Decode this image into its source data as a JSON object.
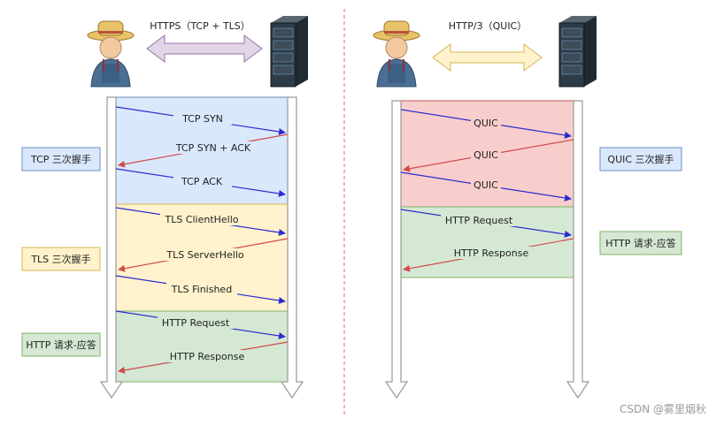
{
  "left": {
    "protocol_label": "HTTPS（TCP + TLS）",
    "phases": [
      {
        "label": "TCP 三次握手",
        "messages": [
          "TCP SYN",
          "TCP SYN + ACK",
          "TCP ACK"
        ]
      },
      {
        "label": "TLS 三次握手",
        "messages": [
          "TLS ClientHello",
          "TLS ServerHello",
          "TLS Finished"
        ]
      },
      {
        "label": "HTTP 请求-应答",
        "messages": [
          "HTTP Request",
          "HTTP Response"
        ]
      }
    ]
  },
  "right": {
    "protocol_label": "HTTP/3（QUIC）",
    "phases": [
      {
        "label": "QUIC 三次握手",
        "messages": [
          "QUIC",
          "QUIC",
          "QUIC"
        ]
      },
      {
        "label": "HTTP 请求-应答",
        "messages": [
          "HTTP Request",
          "HTTP Response"
        ]
      }
    ]
  },
  "watermark": "CSDN @雾里烟秋",
  "icons": {
    "client": "farmer-person-icon",
    "server": "server-rack-icon"
  },
  "colors": {
    "tcp_fill": "#dae8fc",
    "tcp_stroke": "#6c8ebf",
    "tls_fill": "#fff2cc",
    "tls_stroke": "#d6b656",
    "http_fill": "#d5e8d4",
    "http_stroke": "#82b366",
    "quic_fill": "#f8cecc",
    "quic_stroke": "#b85450",
    "request_arrow": "#2b2bcf",
    "response_arrow": "#d14b4b",
    "divider": "#e06a6a",
    "double_arrow_left": "#e1d5e7",
    "double_arrow_left_stroke": "#9673a6",
    "double_arrow_right": "#fff2cc",
    "double_arrow_right_stroke": "#d6b656"
  }
}
